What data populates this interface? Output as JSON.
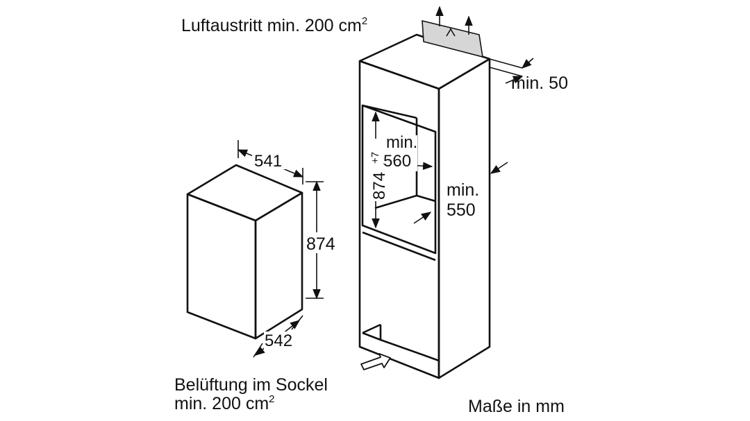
{
  "labels": {
    "air_out_prefix": "Luftaustritt min. 200 cm",
    "air_out_sup": "2",
    "vent_line1": "Belüftung im Sockel",
    "vent_line2_prefix": "min. 200 cm",
    "vent_line2_sup": "2",
    "units": "Maße in mm",
    "dim_min50": "min. 50",
    "dim_min560_line1": "min.",
    "dim_min560_line2": "560",
    "dim_min550_line1": "min.",
    "dim_min550_line2": "550",
    "dim_niche_height": "874",
    "dim_niche_tol": "+7",
    "dim_width": "541",
    "dim_height": "874",
    "dim_depth": "542"
  },
  "colors": {
    "line": "#111111",
    "vent_grille": "#d6d6d6"
  }
}
